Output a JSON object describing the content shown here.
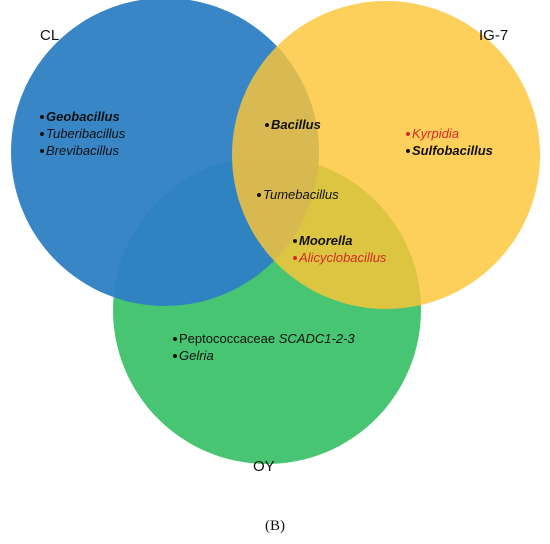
{
  "sets": {
    "cl": {
      "label": "CL",
      "color": "#2e7fc4"
    },
    "ig7": {
      "label": "IG-7",
      "color": "#fdc537"
    },
    "oy": {
      "label": "OY",
      "color": "#3ec26a"
    }
  },
  "taxa": {
    "geobacillus": "Geobacillus",
    "tuberibacillus": "Tuberibacillus",
    "brevibacillus": "Brevibacillus",
    "bacillus": "Bacillus",
    "kyrpidia": "Kyrpidia",
    "sulfobacillus": "Sulfobacillus",
    "tumebacillus": "Tumebacillus",
    "moorella": "Moorella",
    "alicyclobacillus": "Alicyclobacillus",
    "peptococcaceae_family": "Peptococcaceae",
    "peptococcaceae_strain": "SCADC1-2-3",
    "gelria": "Gelria"
  },
  "highlight_color": "#d42a2a",
  "caption": "(B)"
}
